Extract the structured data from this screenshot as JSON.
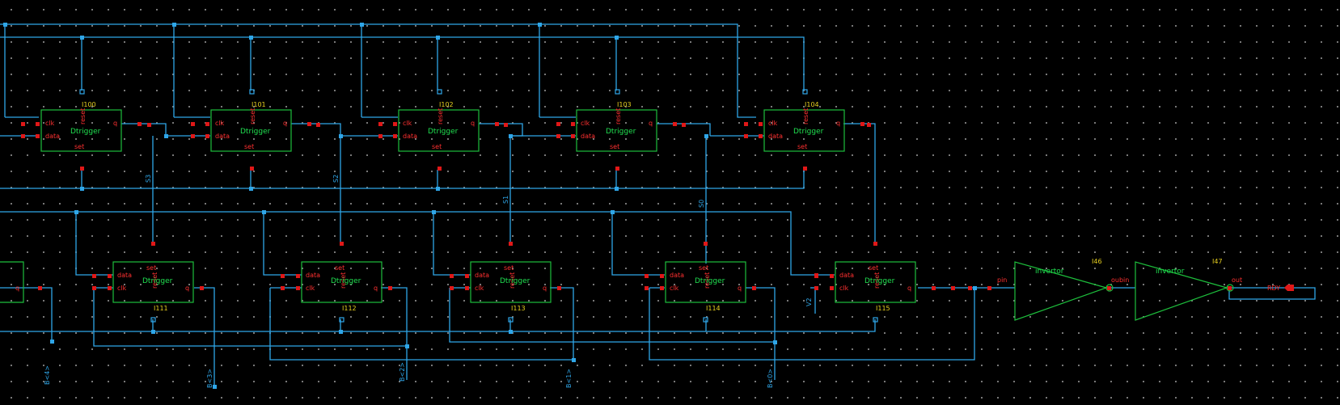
{
  "blocks": {
    "dtrigger_name": "Dtrigger",
    "pins": {
      "clk": "clk",
      "data": "data",
      "q": "q",
      "set": "set",
      "reset": "reset"
    },
    "top_row": [
      "I100",
      "I101",
      "I102",
      "I103",
      "I104"
    ],
    "bottom_row": [
      "I111",
      "I112",
      "I113",
      "I114",
      "I115"
    ]
  },
  "inverters": [
    {
      "instance": "I46",
      "name": "invertor",
      "in_pin": "pin",
      "out_pin": "oubin"
    },
    {
      "instance": "I47",
      "name": "invertor",
      "in_pin": "",
      "out_pin": "out"
    }
  ],
  "nets": {
    "s3": "S3",
    "s2": "S2",
    "s1": "S1",
    "s0": "S0",
    "v2": "V2",
    "b4": "B<4>",
    "b3": "B<3>",
    "b2": "B<2>",
    "b1": "B<1>",
    "b0": "B<0>",
    "rdy": "RDY"
  },
  "colors": {
    "wire": "#2fa6e8",
    "symbol": "#1dbf3c",
    "pin": "#e01818",
    "instance_label": "#e8d020",
    "grid_dot": "#8a8a8a"
  }
}
